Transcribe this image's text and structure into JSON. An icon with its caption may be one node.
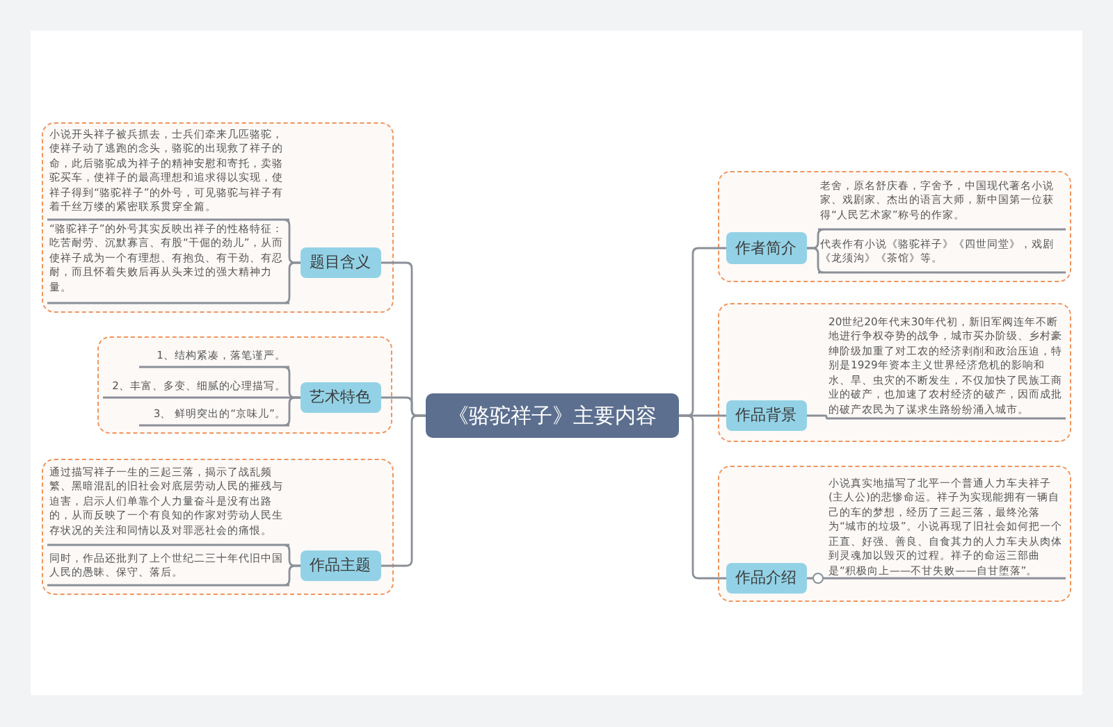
{
  "diagram": {
    "nodes": [
      {
        "text": [
          "《骆驼祥子》主要内容"
        ]
      },
      {
        "text": [],
        "shape": "box"
      },
      {
        "text": [
          "题目含义"
        ],
        "in": 1
      },
      {
        "text": [
          "小说开头祥子被兵抓去，士兵们牵来几匹骆驼，使祥子动了逃跑的念头，骆驼的出现救了祥子的命，此后骆驼成为祥子的精神安慰和寄托，卖骆驼买车，使祥子的最高理想和追求得以实现，使祥子得到“骆驼祥子”的外号，可见骆驼与祥子有着千丝万缕的紧密联系贯穿全篇。"
        ],
        "in": 1
      },
      {
        "text": [
          "“骆驼祥子”的外号其实反映出祥子的性格特征：吃苦耐劳、沉默寡言、有股“干倔的劲儿”，从而使祥子成为一个有理想、有抱负、有干劲、有忍耐，而且怀着失败后再从头来过的强大精神力量。"
        ],
        "in": 1
      },
      {
        "text": [],
        "shape": "box"
      },
      {
        "text": [
          "艺术特色"
        ],
        "in": 5
      },
      {
        "text": [
          "1、结构紧凑，落笔谨严。"
        ],
        "in": 5
      },
      {
        "text": [
          "2、丰富、多变、细腻的心理描写。"
        ],
        "in": 5
      },
      {
        "text": [
          "3、 鲜明突出的“京味儿”。"
        ],
        "in": 5
      },
      {
        "text": [],
        "shape": "box"
      },
      {
        "text": [
          "作品主题"
        ],
        "in": 10
      },
      {
        "text": [
          "通过描写祥子一生的三起三落，揭示了战乱频繁、黑暗混乱的旧社会对底层劳动人民的摧残与迫害，启示人们单靠个人力量奋斗是没有出路的，从而反映了一个有良知的作家对劳动人民生存状况的关注和同情以及对罪恶社会的痛恨。"
        ],
        "in": 10
      },
      {
        "text": [
          "同时，作品还批判了上个世纪二三十年代旧中国人民的愚昧、保守、落后。"
        ],
        "in": 10
      },
      {
        "text": [],
        "shape": "box"
      },
      {
        "text": [
          "作者简介"
        ],
        "in": 14
      },
      {
        "text": [
          "老舍，原名舒庆春，字舍予，中国现代著名小说家、戏剧家、杰出的语言大师，新中国第一位获得“人民艺术家”称号的作家。"
        ],
        "in": 14
      },
      {
        "text": [
          "代表作有小说《骆驼祥子》《四世同堂》，戏剧《龙须沟》《茶馆》等。"
        ],
        "in": 14
      },
      {
        "text": [],
        "shape": "box"
      },
      {
        "text": [
          "作品背景"
        ],
        "in": 18
      },
      {
        "text": [
          "20世纪20年代末30年代初，新旧军阀连年不断地进行争权夺势的战争，城市买办阶级、乡村豪绅阶级加重了对工农的经济剥削和政治压迫，特别是1929年资本主义世界经济危机的影响和水、旱、虫灾的不断发生，不仅加快了民族工商业的破产，也加速了农村经济的破产，因而成批的破产农民为了谋求生路纷纷涌入城市。"
        ],
        "in": 18
      },
      {
        "text": [],
        "shape": "box"
      },
      {
        "text": [
          "作品介绍"
        ],
        "in": 21
      },
      {
        "text": [
          "小说真实地描写了北平一个普通人力车夫祥子(主人公)的悲惨命运。祥子为实现能拥有一辆自己的车的梦想，经历了三起三落，最终沦落为“城市的垃圾”。小说再现了旧社会如何把一个正直、好强、善良、自食其力的人力车夫从肉体到灵魂加以毁灭的过程。祥子的命运三部曲是“积极向上——不甘失败——自甘堕落”。"
        ],
        "in": 21
      }
    ],
    "edges": [
      {
        "from": 0,
        "to": 2,
        "arrow": "none"
      },
      {
        "from": 0,
        "to": 6,
        "arrow": "none"
      },
      {
        "from": 0,
        "to": 11,
        "arrow": "none"
      },
      {
        "from": 0,
        "to": 15,
        "arrow": "none"
      },
      {
        "from": 0,
        "to": 19,
        "arrow": "none"
      },
      {
        "from": 0,
        "to": 22,
        "arrow": "none"
      },
      {
        "from": 2,
        "to": 3,
        "arrow": "none"
      },
      {
        "from": 2,
        "to": 4,
        "arrow": "none"
      },
      {
        "from": 6,
        "to": 7,
        "arrow": "none"
      },
      {
        "from": 6,
        "to": 8,
        "arrow": "none"
      },
      {
        "from": 6,
        "to": 9,
        "arrow": "none"
      },
      {
        "from": 11,
        "to": 12,
        "arrow": "none"
      },
      {
        "from": 11,
        "to": 13,
        "arrow": "none"
      },
      {
        "from": 15,
        "to": 16,
        "arrow": "none"
      },
      {
        "from": 15,
        "to": 17,
        "arrow": "none"
      },
      {
        "from": 19,
        "to": 20,
        "arrow": "none"
      },
      {
        "from": 22,
        "to": 23,
        "arrow": "none"
      }
    ]
  }
}
